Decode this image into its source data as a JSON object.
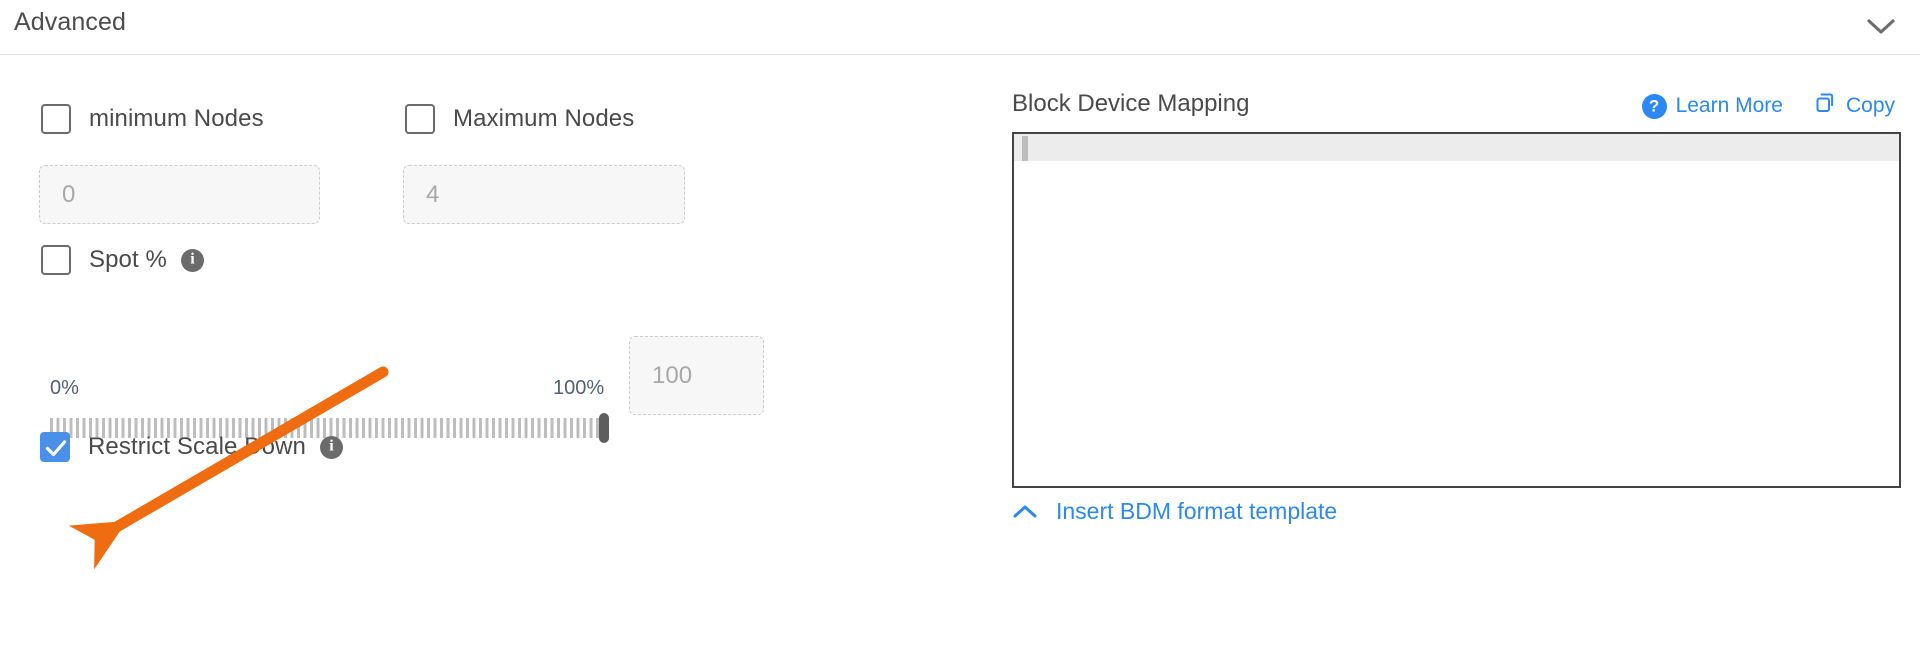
{
  "section": {
    "title": "Advanced",
    "collapse_icon": "chevron-down-icon"
  },
  "left": {
    "min_nodes": {
      "checkbox_label": "minimum Nodes",
      "checked": false,
      "input_value": "0"
    },
    "max_nodes": {
      "checkbox_label": "Maximum Nodes",
      "checked": false,
      "input_value": "4"
    },
    "spot": {
      "checkbox_label": "Spot %",
      "checked": false,
      "info_icon": "info-icon",
      "info_glyph": "i"
    },
    "slider": {
      "min_label": "0%",
      "max_label": "100%",
      "value": 100,
      "value_input": "100"
    },
    "restrict_scale_down": {
      "checkbox_label": "Restrict Scale Down",
      "checked": true,
      "info_icon": "info-icon",
      "info_glyph": "i"
    }
  },
  "right": {
    "title": "Block Device Mapping",
    "learn_more": {
      "label": "Learn More",
      "icon": "question-mark-circle-icon",
      "glyph": "?"
    },
    "copy": {
      "label": "Copy",
      "icon": "copy-icon"
    },
    "editor": {
      "content": "",
      "active_line": 1
    },
    "footer_link": {
      "label": "Insert BDM format template",
      "icon": "chevron-up-icon"
    }
  },
  "annotation": {
    "type": "arrow",
    "color": "#ef6c10",
    "points_to": "restrict-scale-down-checkbox"
  },
  "colors": {
    "accent_blue": "#2b88f5",
    "checkbox_checked": "#4a90e8",
    "annotation_orange": "#ef6c10",
    "text": "#4a4a4a",
    "muted": "#a8a8a8",
    "scale_label": "#525f78"
  }
}
